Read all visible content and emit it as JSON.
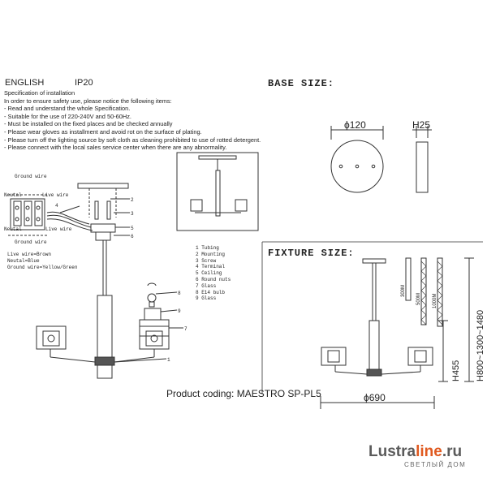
{
  "header": {
    "language": "ENGLISH",
    "ip_rating": "IP20"
  },
  "specification": {
    "title": "Specification of installation",
    "lines": [
      "In order to ensure safety use, please notice the following items:",
      "- Read and understand the whole Specification.",
      "- Suitable for the use of 220-240V and 50-60Hz.",
      "- Must be installed on the fixed places and be checked annually",
      "- Please wear gloves as installment and avoid rot on the surface of plating.",
      "- Please turn off the lighting source by soft cloth as cleaning prohibited to use of rotted detergent.",
      "- Please connect with the local sales service center when there are any abnormality."
    ]
  },
  "wiring": {
    "ground_top": "Ground wire",
    "neutral_top": "Neutal",
    "live_top": "Live wire",
    "neutral_bottom": "Neutal",
    "live_bottom": "Live wire",
    "ground_bottom": "Ground wire",
    "legend": [
      "Live wire=Brown",
      "Neutal=Blue",
      "Ground wire=Yellow/Green"
    ]
  },
  "callouts": [
    "1",
    "2",
    "3",
    "4",
    "5",
    "6",
    "7",
    "8",
    "9"
  ],
  "parts_list": [
    "1 Tubing",
    "2 Mounting",
    "3 Screw",
    "4 Terminal",
    "5 Ceiling",
    "6 Round nuts",
    "7 Glass",
    "8 E14 bulb",
    "9 Glass"
  ],
  "base_size": {
    "heading": "BASE SIZE:",
    "diameter": "ϕ120",
    "height": "H25"
  },
  "fixture_size": {
    "heading": "FIXTURE SIZE:",
    "rod_lengths": [
      "300M",
      "500M",
      "1000M"
    ],
    "height_body": "H455",
    "height_total": "H800~1300~1480",
    "width": "ϕ690"
  },
  "product_coding": "Product coding: MAESTRO SP-PL5",
  "logo": {
    "main": "Lustra",
    "accent": "line",
    "suffix": ".ru",
    "subtitle": "СВЕТЛЫЙ ДОМ"
  },
  "colors": {
    "line": "#333333",
    "accent": "#e05a20"
  }
}
